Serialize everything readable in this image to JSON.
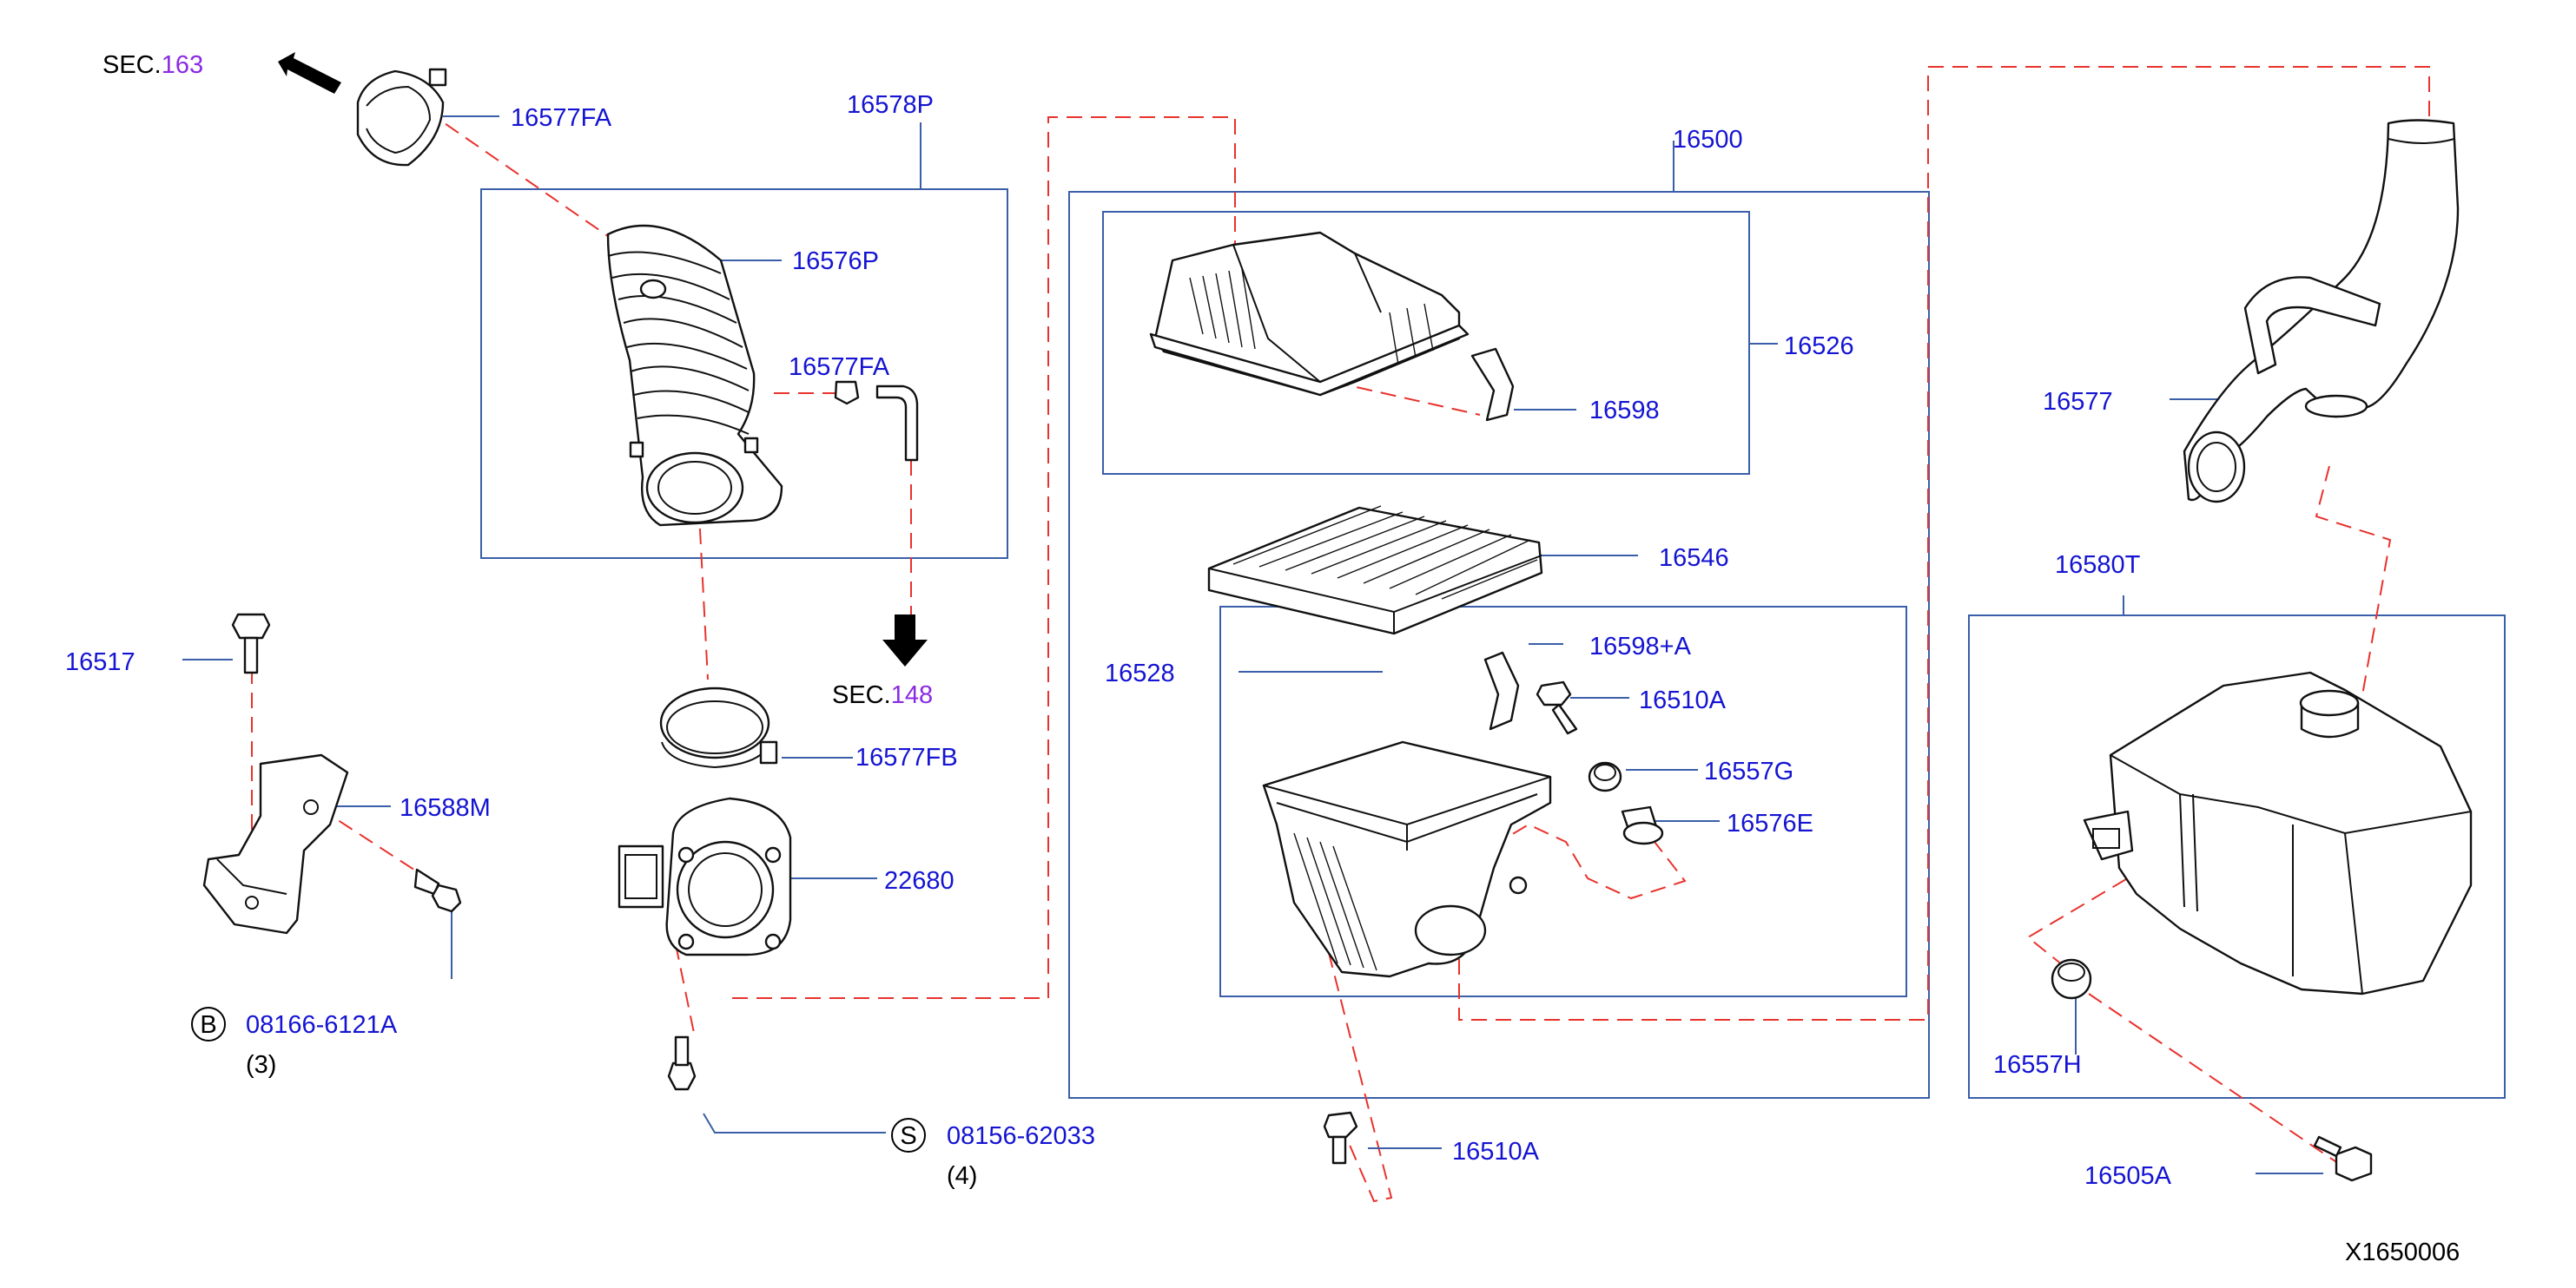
{
  "diagram": {
    "sections": {
      "sec163_prefix": "SEC.",
      "sec163_num": "163",
      "sec148_prefix": "SEC.",
      "sec148_num": "148"
    },
    "labels": {
      "p16577FA_top": "16577FA",
      "p16578P": "16578P",
      "p16576P": "16576P",
      "p16577FA_mid": "16577FA",
      "p16500": "16500",
      "p16526": "16526",
      "p16598": "16598",
      "p16546": "16546",
      "p16528": "16528",
      "p16598A": "16598+A",
      "p16510A_mid": "16510A",
      "p16557G": "16557G",
      "p16576E": "16576E",
      "p16510A_bot": "16510A",
      "p16577": "16577",
      "p16580T": "16580T",
      "p16557H": "16557H",
      "p16505A": "16505A",
      "p16517": "16517",
      "p16588M": "16588M",
      "p16577FB": "16577FB",
      "p22680": "22680",
      "bolt_b_symbol": "B",
      "bolt_b_part": "08166-6121A",
      "bolt_b_qty": "(3)",
      "bolt_s_symbol": "S",
      "bolt_s_part": "08156-62033",
      "bolt_s_qty": "(4)"
    },
    "figure_id": "X1650006",
    "colors": {
      "label_blue": "#1414d2",
      "section_purple": "#8a2be2",
      "box_blue": "#3a5fa8",
      "dash_red": "#e8322d"
    }
  }
}
